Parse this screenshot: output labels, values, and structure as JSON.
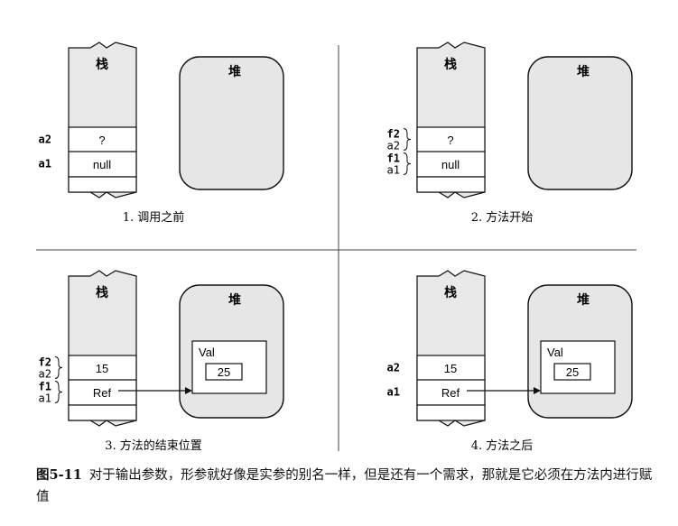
{
  "stack_label": "栈",
  "heap_label": "堆",
  "panels": [
    {
      "title": "1. 调用之前",
      "cells": [
        "?",
        "null"
      ],
      "vars": [
        [
          "a2"
        ],
        [
          "a1"
        ]
      ],
      "heap_object": null
    },
    {
      "title": "2. 方法开始",
      "cells": [
        "?",
        "null"
      ],
      "vars": [
        [
          "f2",
          "a2"
        ],
        [
          "f1",
          "a1"
        ]
      ],
      "heap_object": null
    },
    {
      "title": "3. 方法的结束位置",
      "cells": [
        "15",
        "Ref"
      ],
      "vars": [
        [
          "f2",
          "a2"
        ],
        [
          "f1",
          "a1"
        ]
      ],
      "heap_object": {
        "label": "Val",
        "value": "25"
      }
    },
    {
      "title": "4. 方法之后",
      "cells": [
        "15",
        "Ref"
      ],
      "vars": [
        [
          "a2"
        ],
        [
          "a1"
        ]
      ],
      "heap_object": {
        "label": "Val",
        "value": "25"
      }
    }
  ],
  "caption": {
    "number": "图5-11",
    "text": "对于输出参数，形参就好像是实参的别名一样，但是还有一个需求，那就是它必须在方法内进行赋值"
  },
  "colors": {
    "stack_fill": "#e8e8e8",
    "heap_fill": "#e6e6e6",
    "stroke": "#111111",
    "cell_fill": "#ffffff"
  }
}
